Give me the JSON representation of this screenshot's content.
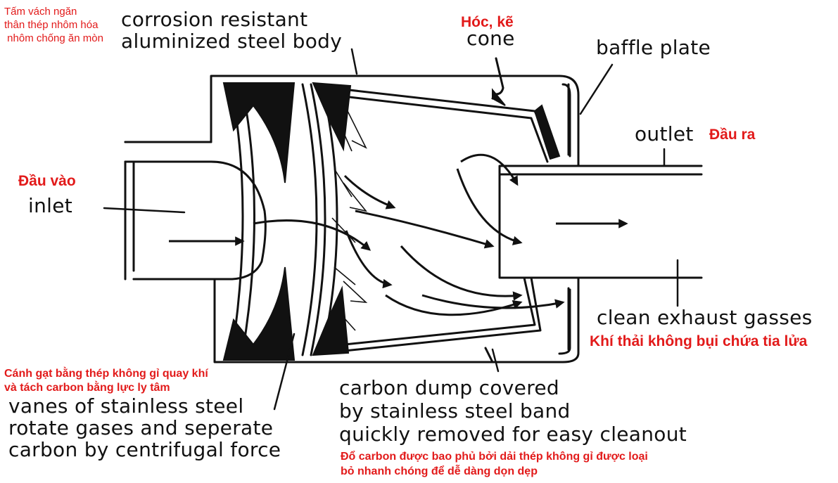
{
  "labels": {
    "body_en": [
      "corrosion resistant",
      "aluminized steel body"
    ],
    "cone_en": "cone",
    "baffle_en": "baffle plate",
    "inlet_en": "inlet",
    "outlet_en": "outlet",
    "clean_en": "clean exhaust gasses",
    "vanes_en": [
      "vanes of stainless steel",
      "rotate gases and seperate",
      "carbon by centrifugal force"
    ],
    "dump_en": [
      "carbon dump covered",
      "by stainless steel band",
      "quickly removed for easy cleanout"
    ]
  },
  "translations": {
    "body_vn": [
      "Tấm vách ngăn",
      "thân thép nhôm hóa",
      " nhôm chống ăn mòn"
    ],
    "cone_vn": "Hóc, kẽ",
    "inlet_vn": "Đầu vào",
    "outlet_vn": "Đầu ra",
    "clean_vn": "Khí thải không bụi chứa tia lửa",
    "vanes_vn": [
      "Cánh gạt bằng thép không gỉ quay khí",
      "và tách carbon bằng lực ly tâm"
    ],
    "dump_vn": [
      "Đổ carbon được bao phủ bởi dải thép không gỉ được loại",
      "bỏ nhanh chóng để dễ dàng dọn dẹp"
    ]
  },
  "colors": {
    "line": "#111111",
    "translation": "#e21a1a",
    "background": "#ffffff"
  }
}
